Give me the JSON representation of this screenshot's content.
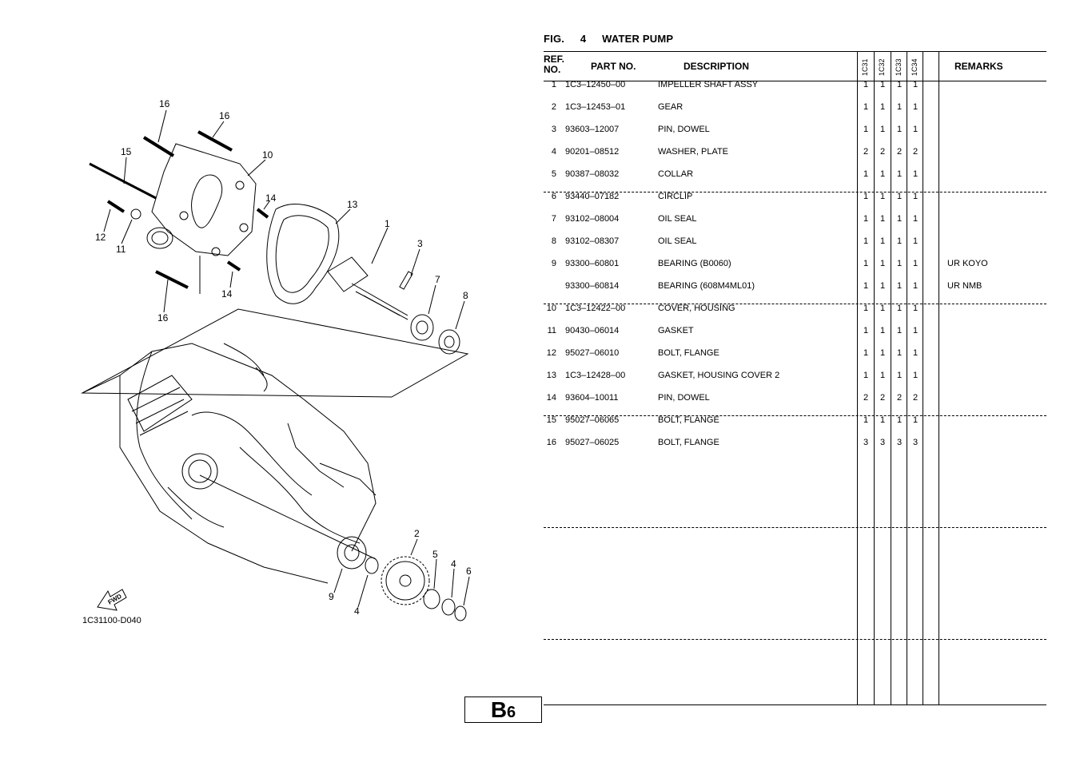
{
  "figure": {
    "fig_label": "FIG.",
    "fig_number": "4",
    "fig_title": "WATER PUMP"
  },
  "table": {
    "headers": {
      "ref": "REF. NO.",
      "part_no": "PART NO.",
      "description": "DESCRIPTION",
      "models": [
        "1C31",
        "1C32",
        "1C33",
        "1C34"
      ],
      "remarks": "REMARKS"
    },
    "rows": [
      {
        "ref": "1",
        "part": "1C3–12450–00",
        "desc": "IMPELLER SHAFT ASSY",
        "q": [
          "1",
          "1",
          "1",
          "1"
        ],
        "rem": ""
      },
      {
        "ref": "2",
        "part": "1C3–12453–01",
        "desc": "GEAR",
        "q": [
          "1",
          "1",
          "1",
          "1"
        ],
        "rem": ""
      },
      {
        "ref": "3",
        "part": "93603–12007",
        "desc": "PIN, DOWEL",
        "q": [
          "1",
          "1",
          "1",
          "1"
        ],
        "rem": ""
      },
      {
        "ref": "4",
        "part": "90201–08512",
        "desc": "WASHER, PLATE",
        "q": [
          "2",
          "2",
          "2",
          "2"
        ],
        "rem": ""
      },
      {
        "ref": "5",
        "part": "90387–08032",
        "desc": "COLLAR",
        "q": [
          "1",
          "1",
          "1",
          "1"
        ],
        "rem": ""
      },
      {
        "ref": "6",
        "part": "93440–07182",
        "desc": "CIRCLIP",
        "q": [
          "1",
          "1",
          "1",
          "1"
        ],
        "rem": ""
      },
      {
        "ref": "7",
        "part": "93102–08004",
        "desc": "OIL SEAL",
        "q": [
          "1",
          "1",
          "1",
          "1"
        ],
        "rem": ""
      },
      {
        "ref": "8",
        "part": "93102–08307",
        "desc": "OIL SEAL",
        "q": [
          "1",
          "1",
          "1",
          "1"
        ],
        "rem": ""
      },
      {
        "ref": "9",
        "part": "93300–60801",
        "desc": "BEARING (B0060)",
        "q": [
          "1",
          "1",
          "1",
          "1"
        ],
        "rem": "UR KOYO"
      },
      {
        "ref": "",
        "part": "93300–60814",
        "desc": "BEARING (608M4ML01)",
        "q": [
          "1",
          "1",
          "1",
          "1"
        ],
        "rem": "UR NMB"
      },
      {
        "ref": "10",
        "part": "1C3–12422–00",
        "desc": "COVER, HOUSING",
        "q": [
          "1",
          "1",
          "1",
          "1"
        ],
        "rem": ""
      },
      {
        "ref": "11",
        "part": "90430–06014",
        "desc": "GASKET",
        "q": [
          "1",
          "1",
          "1",
          "1"
        ],
        "rem": ""
      },
      {
        "ref": "12",
        "part": "95027–06010",
        "desc": "BOLT, FLANGE",
        "q": [
          "1",
          "1",
          "1",
          "1"
        ],
        "rem": ""
      },
      {
        "ref": "13",
        "part": "1C3–12428–00",
        "desc": "GASKET, HOUSING COVER 2",
        "q": [
          "1",
          "1",
          "1",
          "1"
        ],
        "rem": ""
      },
      {
        "ref": "14",
        "part": "93604–10011",
        "desc": "PIN, DOWEL",
        "q": [
          "2",
          "2",
          "2",
          "2"
        ],
        "rem": ""
      },
      {
        "ref": "15",
        "part": "95027–06065",
        "desc": "BOLT, FLANGE",
        "q": [
          "1",
          "1",
          "1",
          "1"
        ],
        "rem": ""
      },
      {
        "ref": "16",
        "part": "95027–06025",
        "desc": "BOLT, FLANGE",
        "q": [
          "3",
          "3",
          "3",
          "3"
        ],
        "rem": ""
      }
    ]
  },
  "diagram": {
    "code": "1C31100-D040",
    "fwd_label": "FWD",
    "callouts": [
      "16",
      "16",
      "15",
      "10",
      "14",
      "13",
      "1",
      "3",
      "7",
      "8",
      "12",
      "11",
      "14",
      "16",
      "2",
      "5",
      "4",
      "6",
      "9",
      "4"
    ]
  },
  "page": {
    "letter": "B",
    "number": "6"
  }
}
